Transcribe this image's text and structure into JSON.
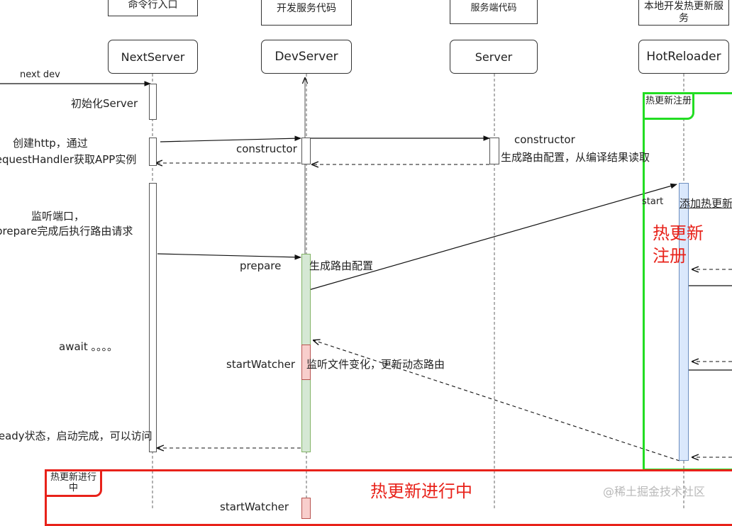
{
  "top_notes": {
    "cli_entry": "命令行入口",
    "dev_service_code": "开发服务代码",
    "server_code": "服务端代码",
    "hot_reload_service": "本地开发热更新服务"
  },
  "participants": {
    "next_server": "NextServer",
    "dev_server": "DevServer",
    "server": "Server",
    "hot_reloader": "HotReloader"
  },
  "messages": {
    "next_dev": "next dev",
    "init_server": "初始化Server",
    "create_http_line1": "创建http，通过",
    "create_http_line2": "RequestHandler获取APP实例",
    "constructor_dev": "constructor",
    "constructor_server": "constructor",
    "gen_route_config_read": "生成路由配置，从编译结果读取",
    "listen_port_line1": "监听端口，",
    "listen_port_line2": "prepare完成后执行路由请求",
    "prepare": "prepare",
    "gen_route_config": "生成路由配置",
    "start": "start",
    "add_hot_update": "添加热更新",
    "await": "await 。。。。",
    "start_watcher": "startWatcher",
    "watch_files": "监听文件变化，更新动态路由",
    "ready": "ready状态，启动完成，可以访问",
    "start_watcher_2": "startWatcher"
  },
  "frames": {
    "hot_register_tab": "热更新注册",
    "hot_register_label": "热更新注册",
    "hot_running_tab": "热更新进行中",
    "hot_running_label": "热更新进行中"
  },
  "watermark": "@稀土掘金技术社区",
  "colors": {
    "green_frame": "#22dd22",
    "red_frame": "#e8221a",
    "activation_green": "#d5e8d4",
    "activation_red": "#f8cecc",
    "activation_blue": "#dae8fc"
  }
}
